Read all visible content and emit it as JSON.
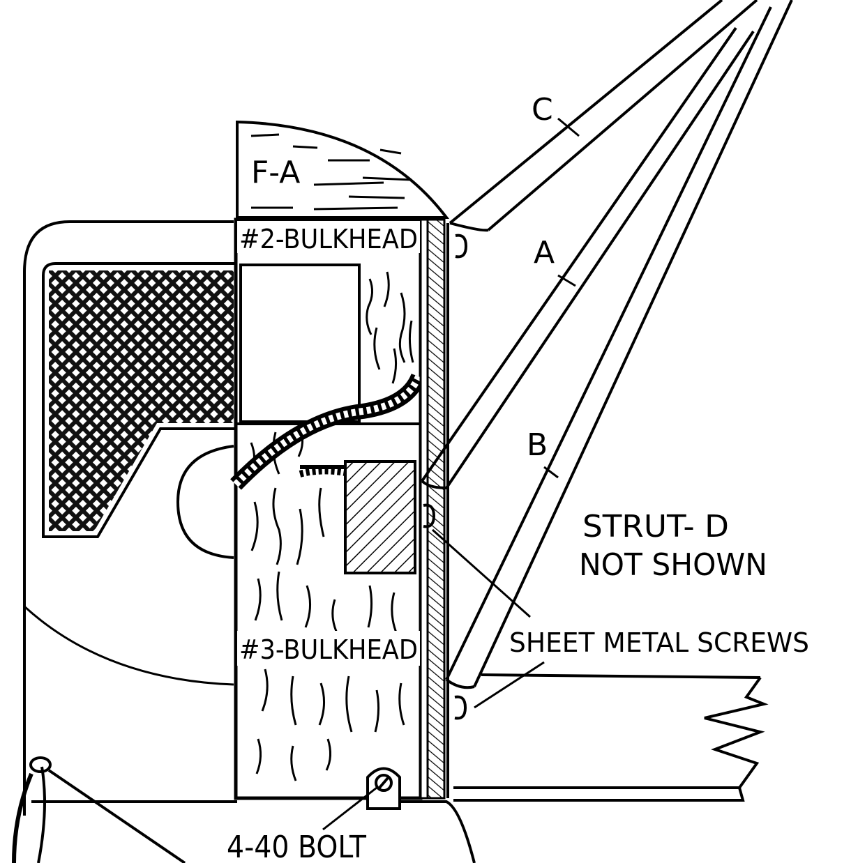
{
  "labels": {
    "strut_c": "C",
    "strut_a": "A",
    "strut_b": "B",
    "part_fa": "F-A",
    "bulkhead_2": "#2-BULKHEAD",
    "bulkhead_3": "#3-BULKHEAD",
    "strut_d_line1": "STRUT- D",
    "strut_d_line2": "NOT SHOWN",
    "screws": "SHEET METAL SCREWS",
    "bolt": "4-40 BOLT"
  }
}
